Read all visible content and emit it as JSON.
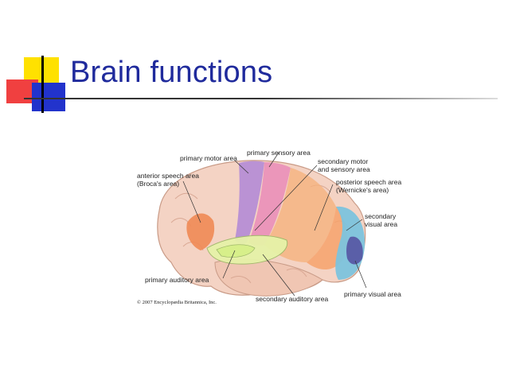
{
  "slide": {
    "title": "Brain functions"
  },
  "diagram": {
    "labels": {
      "primary_motor": "primary motor area",
      "primary_sensory": "primary sensory area",
      "secondary_motor_1": "secondary motor",
      "secondary_motor_2": "and sensory area",
      "anterior_speech_1": "anterior speech area",
      "anterior_speech_2": "(Broca's area)",
      "posterior_speech_1": "posterior speech area",
      "posterior_speech_2": "(Wernicke's area)",
      "secondary_visual_1": "secondary",
      "secondary_visual_2": "visual area",
      "primary_auditory": "primary auditory area",
      "secondary_auditory": "secondary auditory area",
      "primary_visual": "primary visual area"
    },
    "copyright": "© 2007 Encyclopædia Britannica, Inc."
  },
  "colors": {
    "title": "#1f2a9c",
    "motor": "#b48bd6",
    "sensory": "#e98bb8",
    "broca": "#f08a55",
    "wernicke": "#f6b07a",
    "auditory": "#e6f2a8",
    "visual_secondary": "#7cc3dd",
    "visual_primary": "#5a5fa8",
    "cortex": "#f4d3c4"
  }
}
